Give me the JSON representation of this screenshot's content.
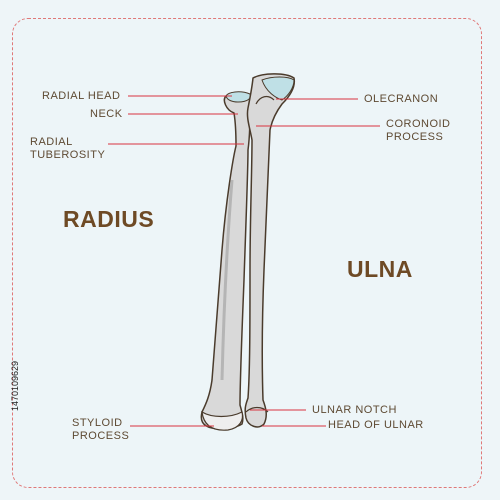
{
  "labels": {
    "radial_head": "RADIAL HEAD",
    "neck": "NECK",
    "radial_tuberosity_1": "RADIAL",
    "radial_tuberosity_2": "TUBEROSITY",
    "olecranon": "OLECRANON",
    "coronoid_1": "CORONOID",
    "coronoid_2": "PROCESS",
    "styloid_1": "STYLOID",
    "styloid_2": "PROCESS",
    "ulnar_notch": "ULNAR NOTCH",
    "head_of_ulnar": "HEAD OF ULNAR"
  },
  "titles": {
    "radius": "RADIUS",
    "ulna": "ULNA"
  },
  "side_credit": "1470109629",
  "colors": {
    "bone_fill": "#d9d9d9",
    "bone_stroke": "#4a3b2c",
    "cartilage": "#bfe0e6",
    "leader_line": "#d9343f",
    "label_text": "#5e4a33",
    "title_text": "#6e4a25",
    "frame_border": "#e07878"
  }
}
